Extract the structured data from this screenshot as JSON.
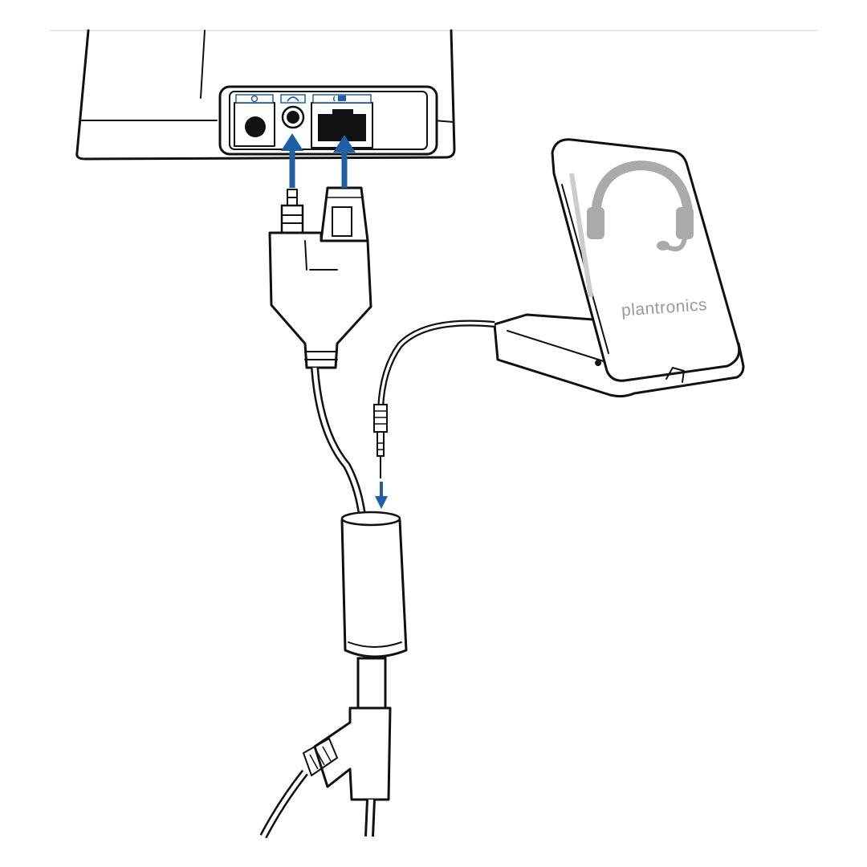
{
  "colors": {
    "arrow": "#1f5fa3",
    "line": "#111111",
    "port_accent": "#1f5fa3",
    "logo_gray": "#aaaaaa",
    "background": "#ffffff"
  },
  "base": {
    "ports": [
      {
        "icon": "power-icon"
      },
      {
        "icon": "headset-port-icon"
      },
      {
        "icon": "telephone-port-icon"
      }
    ]
  },
  "charger": {
    "brand_label": "plantronics",
    "logo_icon": "headset-icon"
  },
  "arrows": [
    {
      "icon": "arrow-up-icon",
      "target": "headset-port"
    },
    {
      "icon": "arrow-up-icon",
      "target": "telephone-port"
    },
    {
      "icon": "arrow-down-icon",
      "target": "y-cable-input"
    }
  ]
}
